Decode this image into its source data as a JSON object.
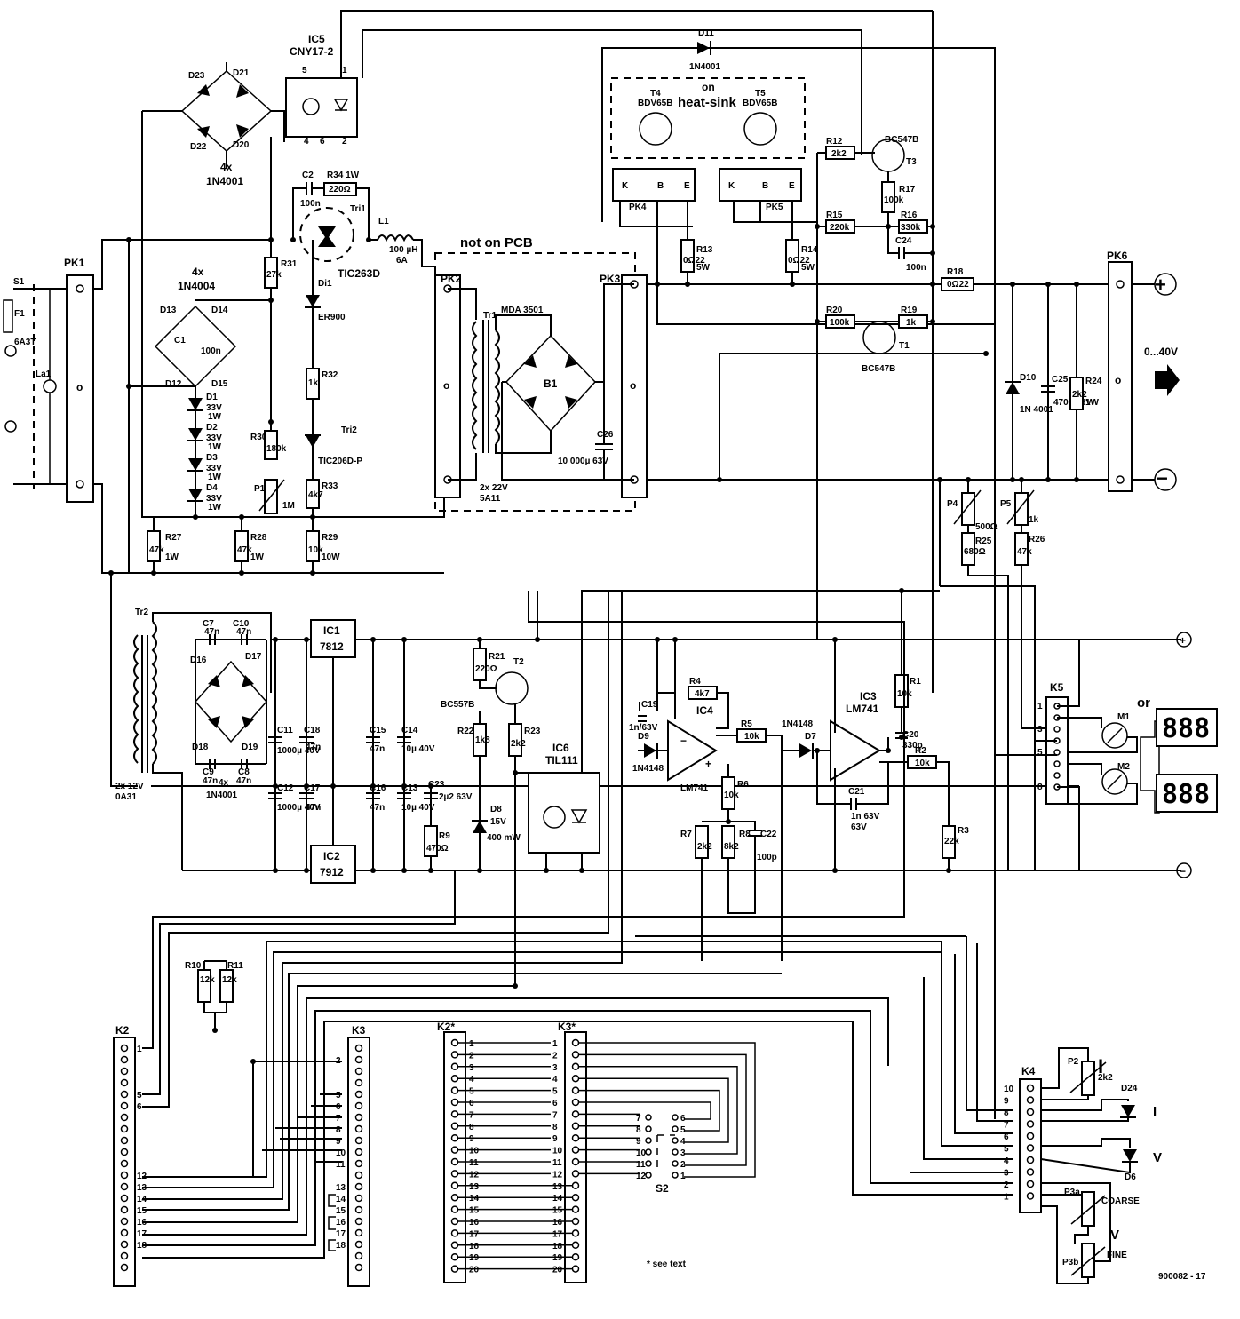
{
  "labels": {
    "ic5": "IC5",
    "ic5_part": "CNY17-2",
    "d23": "D23",
    "d21": "D21",
    "d22": "D22",
    "d20": "D20",
    "bridge1_qty": "4x",
    "bridge1_part": "1N4001",
    "c2": "C2",
    "c2_val": "100n",
    "r34": "R34 1W",
    "r34_val": "220Ω",
    "tri1": "Tri1",
    "tri1_part": "TIC263D",
    "l1": "L1",
    "l1_val": "100 µH",
    "l1_cur": "6A",
    "r31": "R31",
    "r31_val": "27k",
    "di1": "Di1",
    "di1_part": "ER900",
    "r32": "R32",
    "r32_val": "1k",
    "tri2": "Tri2",
    "tri2_part": "TIC206D-P",
    "r30": "R30",
    "r30_val": "180k",
    "p1": "P1",
    "p1_val": "1M",
    "r33": "R33",
    "r33_val": "4k7",
    "r29": "R29",
    "r29_val": "10k",
    "r29_pow": "10W",
    "r27": "R27",
    "r27_val": "47k",
    "r27_pow": "1W",
    "r28": "R28",
    "r28_val": "47k",
    "r28_pow": "1W",
    "bridge2_qty": "4x",
    "bridge2_part": "1N4004",
    "d13": "D13",
    "d14": "D14",
    "d12": "D12",
    "d15": "D15",
    "c1": "C1",
    "c1_val": "100n",
    "d1": "D1",
    "d1_val": "33V",
    "d1_pow": "1W",
    "d2": "D2",
    "d2_val": "33V",
    "d2_pow": "1W",
    "d3": "D3",
    "d3_val": "33V",
    "d3_pow": "1W",
    "d4": "D4",
    "d4_val": "33V",
    "d4_pow": "1W",
    "s1": "S1",
    "f1": "F1",
    "f1_val": "6A3T",
    "la1": "La1",
    "pk1": "PK1",
    "pk2": "PK2",
    "pk3": "PK3",
    "pk4": "PK4",
    "pk5": "PK5",
    "pk6": "PK6",
    "not_on_pcb": "not on PCB",
    "tr1": "Tr1",
    "tr1_sec": "2x 22V",
    "tr1_cur": "5A11",
    "b1": "B1",
    "b1_part": "MDA 3501",
    "c26": "C26",
    "c26_val": "10 000µ 63V",
    "on_heatsink_1": "on",
    "on_heatsink_2": "heat-sink",
    "t4": "T4",
    "t4_part": "BDV65B",
    "t5": "T5",
    "t5_part": "BDV65B",
    "pin_k": "K",
    "pin_b": "B",
    "pin_e": "E",
    "d11": "D11",
    "d11_part": "1N4001",
    "r12": "R12",
    "r12_val": "2k2",
    "t3_part": "BC547B",
    "t3": "T3",
    "r17": "R17",
    "r17_val": "100k",
    "r15": "R15",
    "r15_val": "220k",
    "r16": "R16",
    "r16_val": "330k",
    "c24": "C24",
    "c24_val": "100n",
    "r13": "R13",
    "r13_val": "0Ω22",
    "r13_pow": "5W",
    "r14": "R14",
    "r14_val": "0Ω22",
    "r14_pow": "5W",
    "r18": "R18",
    "r18_val": "0Ω22",
    "r20": "R20",
    "r20_val": "100k",
    "r19": "R19",
    "r19_val": "1k",
    "t1": "T1",
    "t1_part": "BC547B",
    "d10": "D10",
    "d10_part": "1N 4001",
    "c25": "C25",
    "c25_val": "470µ 63V",
    "r24": "R24",
    "r24_val": "2k2",
    "r24_pow": "1W",
    "out_range": "0...40V",
    "p4": "P4",
    "p4_val": "500Ω",
    "r25": "R25",
    "r25_val": "680Ω",
    "p5": "P5",
    "p5_val": "1k",
    "r26": "R26",
    "r26_val": "47k",
    "tr2": "Tr2",
    "tr2_sec": "2x 12V",
    "tr2_cur": "0A31",
    "c7": "C7",
    "c7_val": "47n",
    "c10": "C10",
    "c10_val": "47n",
    "d16": "D16",
    "d17": "D17",
    "d18": "D18",
    "d19": "D19",
    "c9": "C9",
    "c9_val": "47n",
    "c8": "C8",
    "c8_val": "47n",
    "bridge3_qty": "4x",
    "bridge3_part": "1N4001",
    "ic1": "IC1",
    "ic1_part": "7812",
    "ic2": "IC2",
    "ic2_part": "7912",
    "c11": "C11",
    "c11_val": "1000µ 40V",
    "c18": "C18",
    "c18_val": "47n",
    "c12": "C12",
    "c12_val": "1000µ 40V",
    "c17": "C17",
    "c17_val": "47n",
    "c15": "C15",
    "c15_val": "47n",
    "c14": "C14",
    "c14_val": "10µ 40V",
    "c16": "C16",
    "c16_val": "47n",
    "c13": "C13",
    "c13_val": "10µ 40V",
    "c23": "C23",
    "c23_val": "2µ2 63V",
    "r9": "R9",
    "r9_val": "470Ω",
    "r21": "R21",
    "r21_val": "220Ω",
    "t2": "T2",
    "t2_part": "BC557B",
    "r22": "R22",
    "r22_val": "1k8",
    "r23": "R23",
    "r23_val": "2k2",
    "d8": "D8",
    "d8_val": "15V",
    "d8_pow": "400 mW",
    "ic6": "IC6",
    "ic6_part": "TIL111",
    "c19": "C19",
    "c19_val": "1n/63V",
    "r4": "R4",
    "r4_val": "4k7",
    "ic4": "IC4",
    "ic4_part": "LM741",
    "d9": "D9",
    "d9_part": "1N4148",
    "r5": "R5",
    "r5_val": "10k",
    "r6": "R6",
    "r6_val": "10k",
    "r7": "R7",
    "r7_val": "2k2",
    "r8": "R8",
    "r8_val": "8k2",
    "c22": "C22",
    "c22_val": "100p",
    "d7_part": "1N4148",
    "d7": "D7",
    "ic3": "IC3",
    "ic3_part": "LM741",
    "r1": "R1",
    "r1_val": "10k",
    "c20": "C20",
    "c20_val": "330p",
    "r2": "R2",
    "r2_val": "10k",
    "c21": "C21",
    "c21_val": "1n 63V",
    "r3": "R3",
    "r3_val": "22k",
    "k5": "K5",
    "m1": "M1",
    "m2": "M2",
    "or": "or",
    "display1": "888",
    "display2": "888",
    "plus": "+",
    "minus": "−",
    "r10": "R10",
    "r10_val": "12k",
    "r11": "R11",
    "r11_val": "12k",
    "k2": "K2",
    "k3": "K3",
    "k2star": "K2*",
    "k3star": "K3*",
    "s2": "S2",
    "k4": "K4",
    "p2": "P2",
    "p2_val": "2k2",
    "i_label": "I",
    "d24": "D24",
    "d6": "D6",
    "v_label": "V",
    "p3a": "P3a",
    "p3b": "P3b",
    "coarse": "COARSE",
    "fine": "FINE",
    "see_text": "* see text",
    "ref": "900082 - 17"
  }
}
